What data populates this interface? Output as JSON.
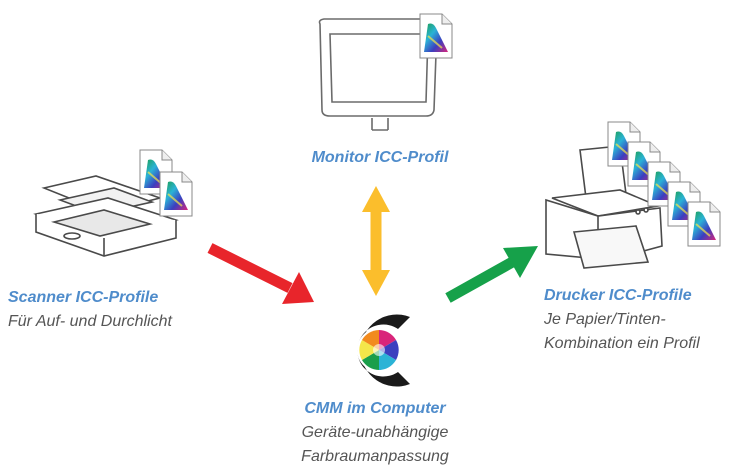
{
  "monitor": {
    "title": "Monitor ICC-Profil"
  },
  "scanner": {
    "title": "Scanner ICC-Profile",
    "subtitle": "Für Auf- und Durchlicht"
  },
  "printer": {
    "title": "Drucker ICC-Profile",
    "subtitle_line1": "Je Papier/Tinten-",
    "subtitle_line2": "Kombination ein Profil"
  },
  "cmm": {
    "title": "CMM im Computer",
    "subtitle_line1": "Geräte-unabhängige",
    "subtitle_line2": "Farbraumanpassung"
  },
  "colors": {
    "label": "#4f8ccb",
    "text": "#555555",
    "arrow_red": "#e8252b",
    "arrow_yellow": "#fbbe2c",
    "arrow_green": "#16a14a"
  },
  "icons": [
    "monitor-icon",
    "scanner-icon",
    "printer-icon",
    "icc-profile-icon",
    "cmm-logo-icon"
  ]
}
